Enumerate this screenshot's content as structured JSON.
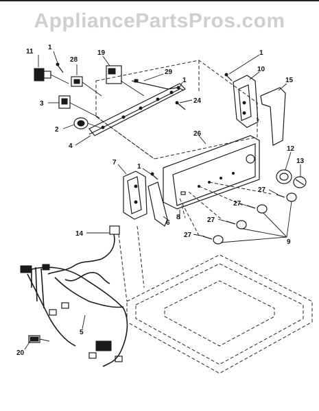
{
  "watermark": {
    "text": "AppliancePartsPros.com",
    "color": "#cfcfcf"
  },
  "callouts": [
    {
      "id": "c11",
      "label": "11"
    },
    {
      "id": "c1a",
      "label": "1"
    },
    {
      "id": "c28",
      "label": "28"
    },
    {
      "id": "c19",
      "label": "19"
    },
    {
      "id": "c29",
      "label": "29"
    },
    {
      "id": "c1b",
      "label": "1"
    },
    {
      "id": "c1c",
      "label": "1"
    },
    {
      "id": "c10",
      "label": "10"
    },
    {
      "id": "c15",
      "label": "15"
    },
    {
      "id": "c3",
      "label": "3"
    },
    {
      "id": "c24",
      "label": "24"
    },
    {
      "id": "c2",
      "label": "2"
    },
    {
      "id": "c26",
      "label": "26"
    },
    {
      "id": "c4",
      "label": "4"
    },
    {
      "id": "c12",
      "label": "12"
    },
    {
      "id": "c13",
      "label": "13"
    },
    {
      "id": "c7",
      "label": "7"
    },
    {
      "id": "c1d",
      "label": "1"
    },
    {
      "id": "c6",
      "label": "6"
    },
    {
      "id": "c27a",
      "label": "27"
    },
    {
      "id": "c27b",
      "label": "27"
    },
    {
      "id": "c8",
      "label": "8"
    },
    {
      "id": "c27c",
      "label": "27"
    },
    {
      "id": "c27d",
      "label": "27"
    },
    {
      "id": "c9",
      "label": "9"
    },
    {
      "id": "c14",
      "label": "14"
    },
    {
      "id": "c5",
      "label": "5"
    },
    {
      "id": "c20",
      "label": "20"
    }
  ]
}
